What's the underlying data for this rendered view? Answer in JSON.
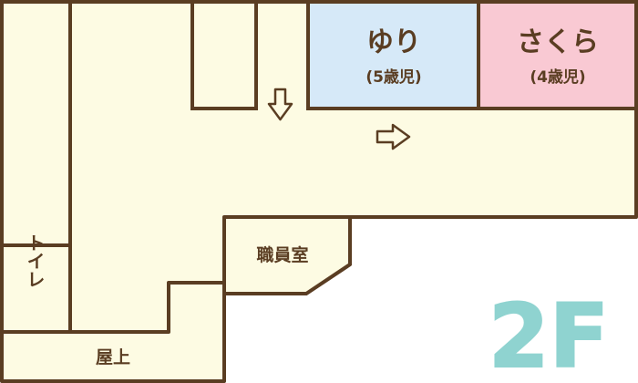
{
  "rooms": {
    "yuri": {
      "name": "ゆり",
      "age": "(5歳児)",
      "color": "#d6e9f8"
    },
    "sakura": {
      "name": "さくら",
      "age": "(4歳児)",
      "color": "#f9c9d3"
    }
  },
  "labels": {
    "toilet": "トイレ",
    "staff_room": "職員室",
    "rooftop": "屋上"
  },
  "floor_label": "2F",
  "colors": {
    "floor": "#fdfbe3",
    "wall": "#5a3d22",
    "floor_mark": "#8fd3d0"
  },
  "icons": [
    "arrow-down-icon",
    "arrow-right-icon"
  ]
}
